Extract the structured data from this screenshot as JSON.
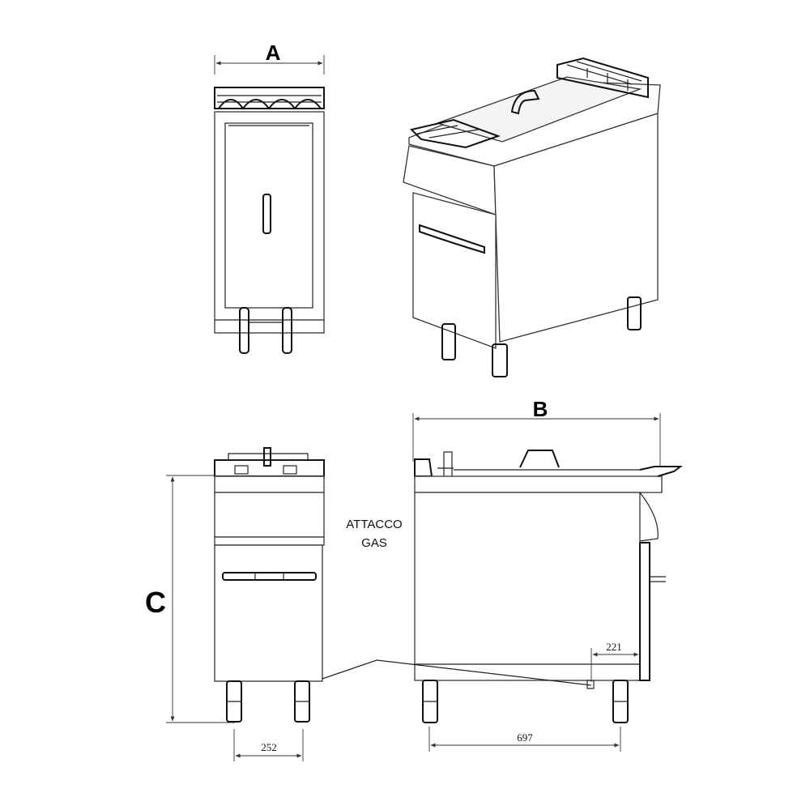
{
  "labels": {
    "dim_a": "A",
    "dim_b": "B",
    "dim_c": "C",
    "gas_line1": "ATTACCO",
    "gas_line2": "GAS",
    "dim_252": "252",
    "dim_697": "697",
    "dim_221": "221"
  }
}
